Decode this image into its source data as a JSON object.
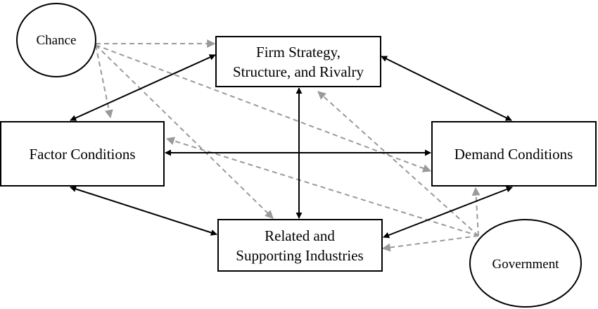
{
  "nodes": {
    "firm": {
      "lines": [
        "Firm Strategy,",
        "Structure, and Rivalry"
      ]
    },
    "factor": {
      "lines": [
        "Factor Conditions"
      ]
    },
    "demand": {
      "lines": [
        "Demand Conditions"
      ]
    },
    "related": {
      "lines": [
        "Related and",
        "Supporting Industries"
      ]
    },
    "chance": {
      "lines": [
        "Chance"
      ]
    },
    "government": {
      "lines": [
        "Government"
      ]
    }
  },
  "colors": {
    "solid": "#000000",
    "dashed": "#9a9a9a",
    "node_border": "#000000"
  },
  "edges": {
    "solid_bidirectional": [
      [
        "firm",
        "factor"
      ],
      [
        "firm",
        "demand"
      ],
      [
        "firm",
        "related"
      ],
      [
        "factor",
        "demand"
      ],
      [
        "factor",
        "related"
      ],
      [
        "related",
        "demand"
      ]
    ],
    "dashed_directed": [
      [
        "chance",
        "firm"
      ],
      [
        "chance",
        "factor"
      ],
      [
        "chance",
        "demand"
      ],
      [
        "chance",
        "related"
      ],
      [
        "government",
        "firm"
      ],
      [
        "government",
        "factor"
      ],
      [
        "government",
        "demand"
      ],
      [
        "government",
        "related"
      ]
    ]
  }
}
